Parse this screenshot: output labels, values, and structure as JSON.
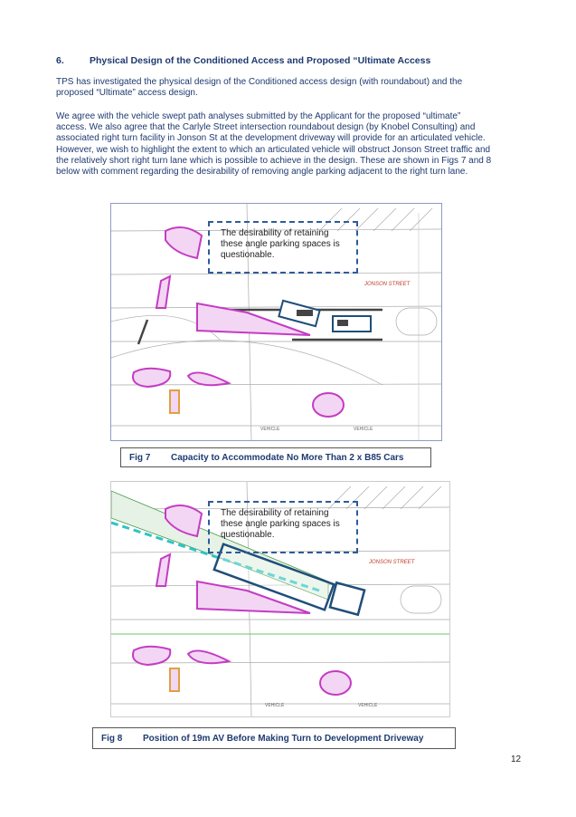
{
  "section": {
    "number": "6.",
    "title": "Physical Design of the Conditioned Access and Proposed “Ultimate Access"
  },
  "paragraphs": [
    {
      "lines": [
        "TPS has investigated the physical design of the Conditioned access design (with roundabout) and the",
        "proposed “Ultimate” access design."
      ]
    },
    {
      "lines": [
        "We agree with the vehicle swept path analyses submitted by the Applicant for the proposed “ultimate”",
        "access. We also agree that the Carlyle Street intersection roundabout design (by Knobel Consulting) and",
        "associated right turn facility in Jonson St at the development driveway will provide for an articulated vehicle.",
        "However, we wish to highlight the extent to which an articulated vehicle will obstruct Jonson Street traffic and",
        "the relatively short right turn lane which is possible to achieve in the design. These are shown in Figs 7 and 8",
        "below with comment regarding the desirability of removing angle parking adjacent to the right turn lane."
      ]
    }
  ],
  "figures": [
    {
      "callout": "The desirability of retaining these angle parking spaces is questionable.",
      "street_label": "JONSON STREET",
      "road_labels": [
        "VEHICLE",
        "VEHICLE"
      ],
      "caption_number": "Fig 7",
      "caption_text": "Capacity to Accommodate No More Than 2 x B85 Cars"
    },
    {
      "callout": "The desirability of retaining these angle parking spaces is questionable.",
      "street_label": "JONSON STREET",
      "road_labels": [
        "VEHICLE",
        "VEHICLE"
      ],
      "caption_number": "Fig 8",
      "caption_text": "Position of 19m AV Before Making Turn to Development Driveway"
    }
  ],
  "page_number": "12",
  "colors": {
    "text": "#1e3a70",
    "callout_border": "#2d5c99",
    "island": "#c43cc4",
    "vehicle_box": "#1f4e79",
    "swept_path": "#2ec4c4"
  }
}
